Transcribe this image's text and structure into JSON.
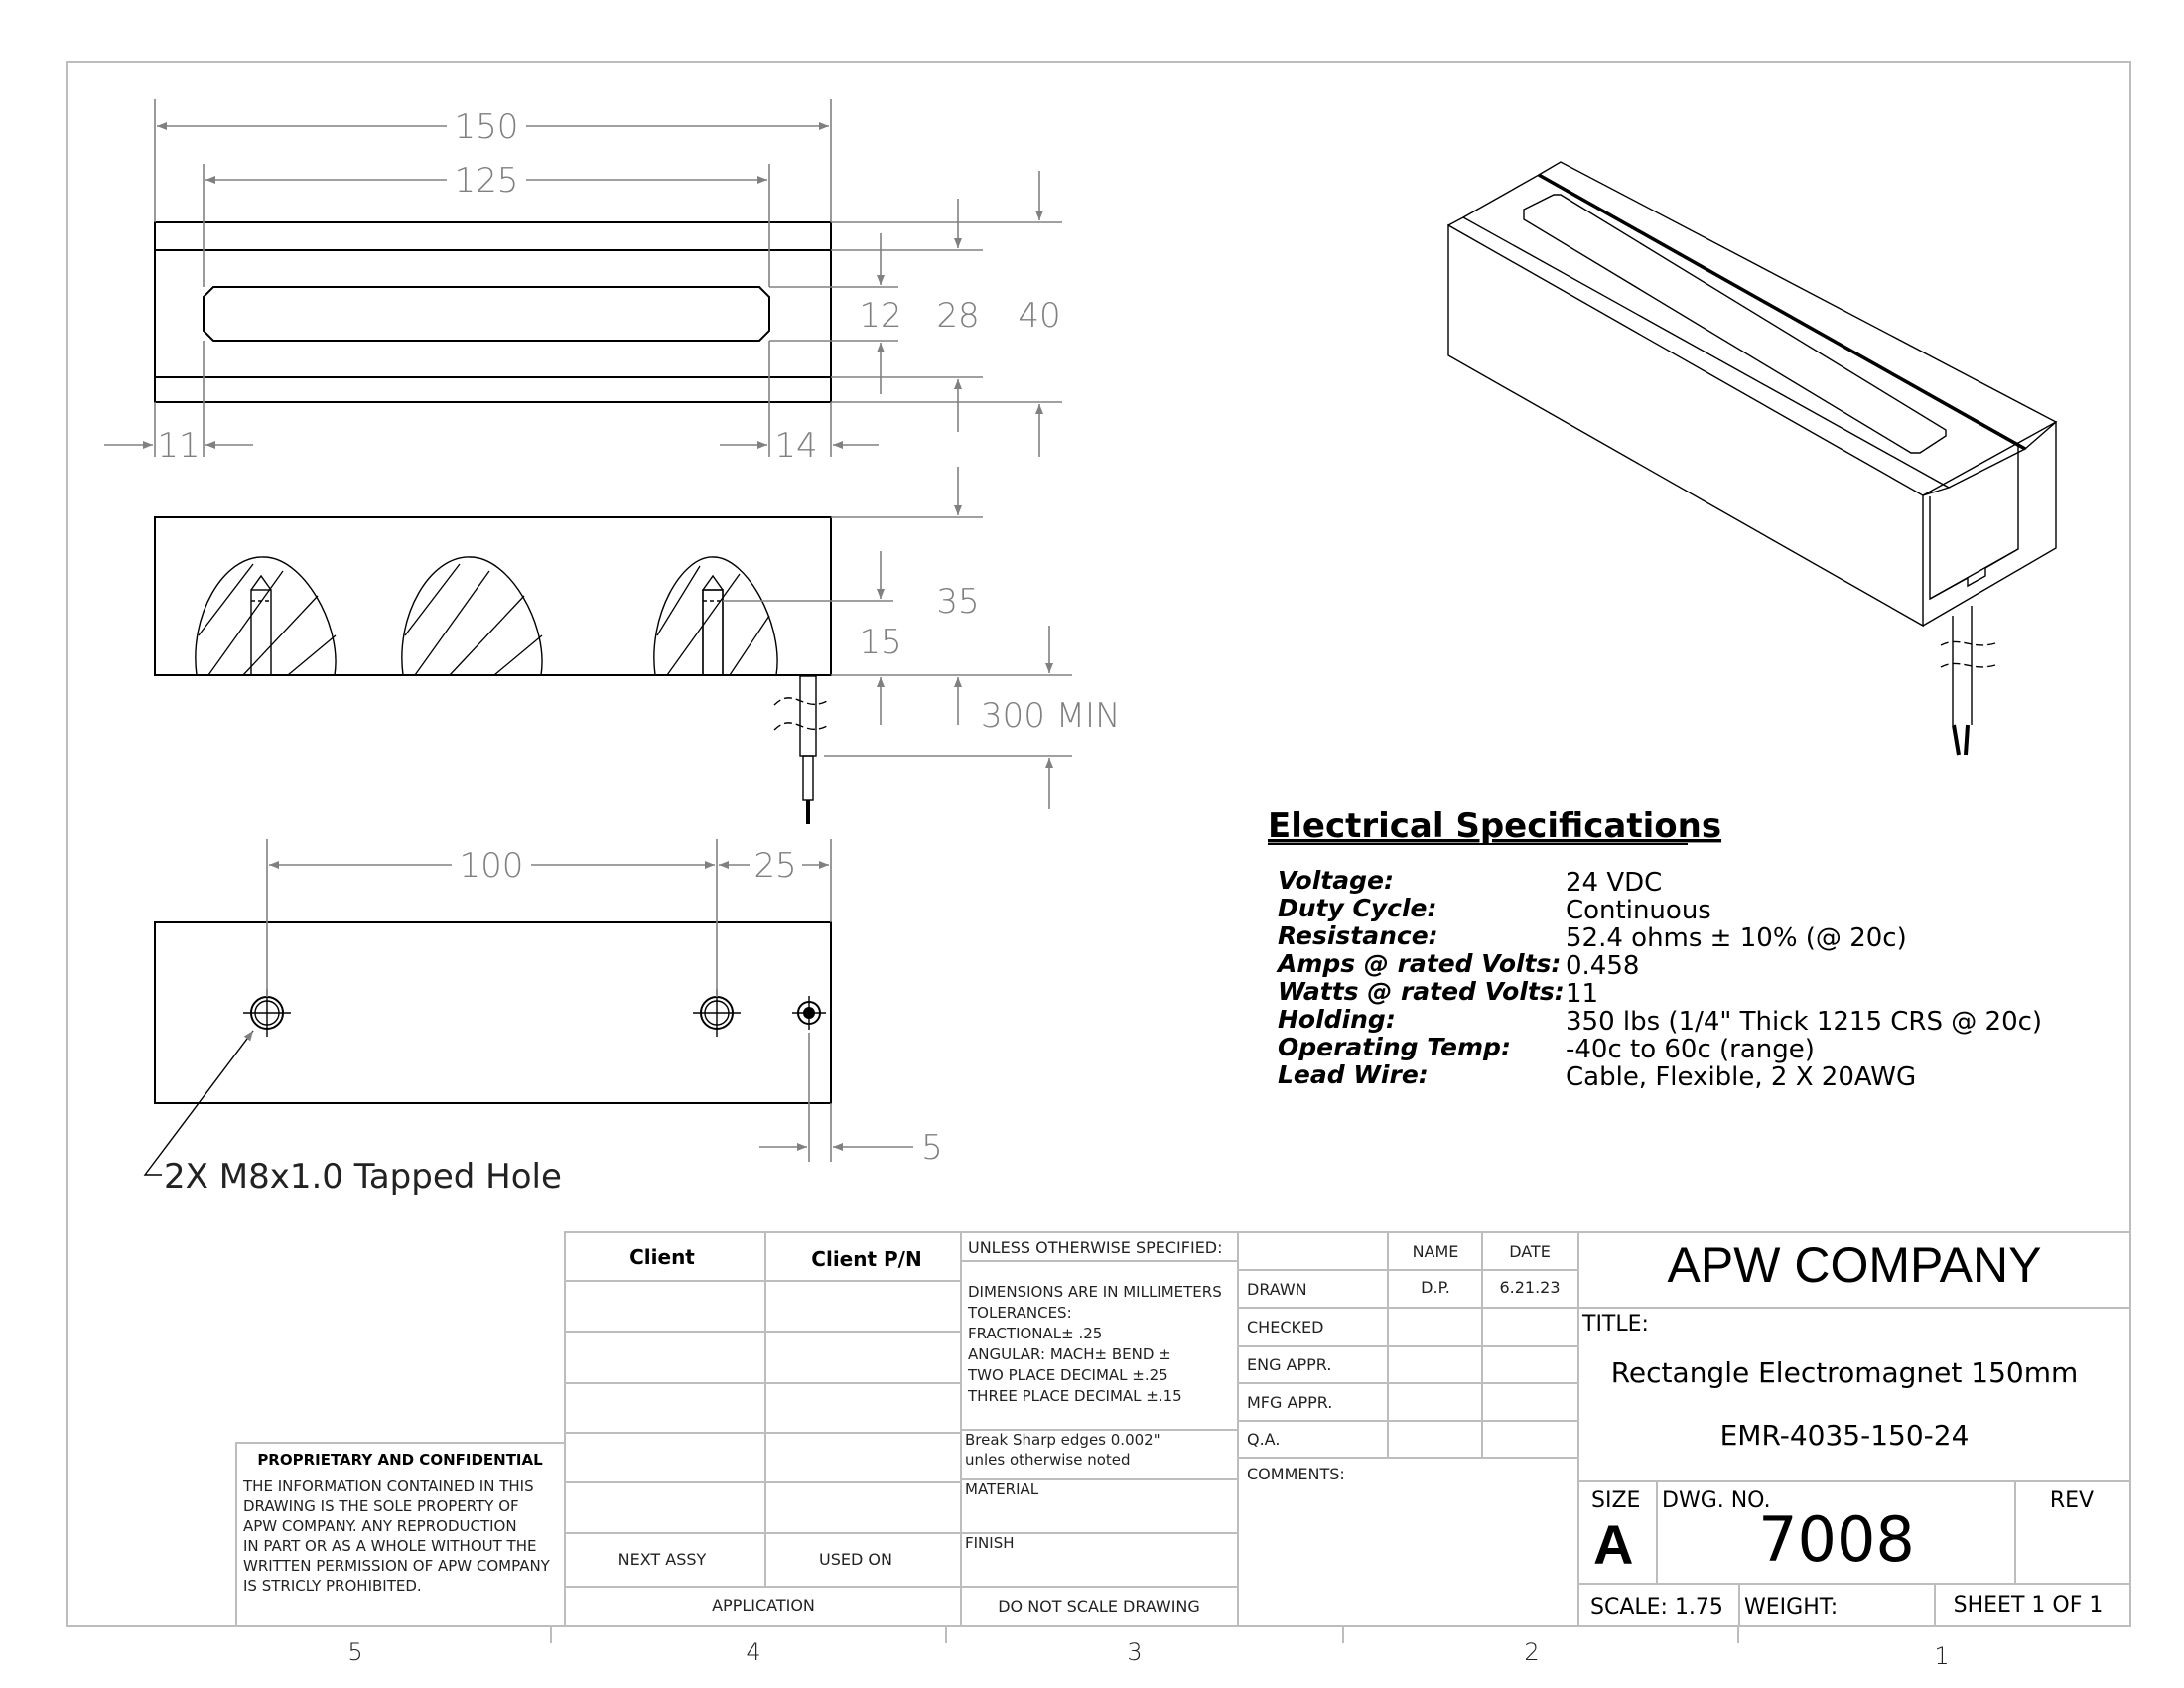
{
  "dimensions": {
    "overall_length": "150",
    "slot_length": "125",
    "slot_width": "12",
    "inner_width": "28",
    "overall_width": "40",
    "left_offset": "11",
    "right_offset": "14",
    "height": "35",
    "hole_depth": "15",
    "lead_length": "300 MIN",
    "hole_spacing": "100",
    "hole_edge": "25",
    "cable_offset": "5",
    "hole_callout": "2X M8x1.0 Tapped Hole"
  },
  "specs": {
    "title": "Electrical Specifications",
    "rows": [
      {
        "label": "Voltage:",
        "value": "24 VDC"
      },
      {
        "label": "Duty Cycle:",
        "value": "Continuous"
      },
      {
        "label": "Resistance:",
        "value": "52.4 ohms ± 10% (@ 20c)"
      },
      {
        "label": "Amps @ rated Volts:",
        "value": "0.458"
      },
      {
        "label": "Watts @ rated Volts:",
        "value": "11"
      },
      {
        "label": "Holding:",
        "value": "350 lbs (1/4\" Thick 1215 CRS @ 20c)"
      },
      {
        "label": "Operating Temp:",
        "value": "-40c to 60c (range)"
      },
      {
        "label": "Lead Wire:",
        "value": "Cable, Flexible, 2 X 20AWG"
      }
    ]
  },
  "proprietary": {
    "title": "PROPRIETARY AND CONFIDENTIAL",
    "lines": [
      "THE INFORMATION CONTAINED IN THIS",
      "DRAWING IS THE SOLE PROPERTY OF",
      "APW COMPANY.  ANY REPRODUCTION",
      "IN PART OR AS A WHOLE WITHOUT THE",
      "WRITTEN PERMISSION OF APW COMPANY",
      "IS STRICLY PROHIBITED."
    ]
  },
  "title_block": {
    "client": "Client",
    "client_pn": "Client P/N",
    "next_assy": "NEXT ASSY",
    "used_on": "USED ON",
    "application": "APPLICATION",
    "unless": "UNLESS OTHERWISE SPECIFIED:",
    "tolerances": [
      "DIMENSIONS ARE IN MILLIMETERS",
      "TOLERANCES:",
      "FRACTIONAL± .25",
      "ANGULAR: MACH±      BEND ±",
      "TWO PLACE DECIMAL    ±.25",
      "THREE PLACE DECIMAL  ±.15"
    ],
    "break_edges": [
      "Break Sharp edges 0.002\"",
      "unles otherwise noted"
    ],
    "material": "MATERIAL",
    "finish": "FINISH",
    "do_not_scale": "DO NOT SCALE DRAWING",
    "name_hdr": "NAME",
    "date_hdr": "DATE",
    "drawn": "DRAWN",
    "drawn_name": "D.P.",
    "drawn_date": "6.21.23",
    "checked": "CHECKED",
    "eng_appr": "ENG APPR.",
    "mfg_appr": "MFG APPR.",
    "qa": "Q.A.",
    "comments": "COMMENTS:",
    "company": "APW COMPANY",
    "title_label": "TITLE:",
    "title": "Rectangle Electromagnet 150mm",
    "part_number": "EMR-4035-150-24",
    "size_label": "SIZE",
    "size": "A",
    "dwg_no_label": "DWG.  NO.",
    "dwg_no": "7008",
    "rev_label": "REV",
    "scale": "SCALE: 1.75",
    "weight": "WEIGHT:",
    "sheet": "SHEET 1 OF 1"
  },
  "zones": [
    "5",
    "4",
    "3",
    "2",
    "1"
  ]
}
